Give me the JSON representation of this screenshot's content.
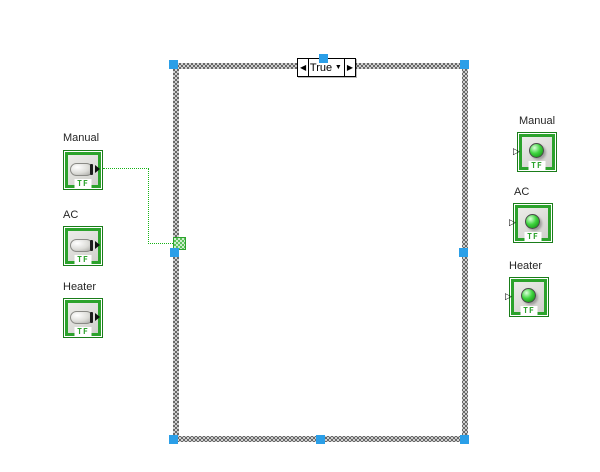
{
  "case_structure": {
    "selector_value": "True",
    "prev_icon": "◀",
    "next_icon": "▶",
    "dropdown_icon": "▼"
  },
  "terminals": {
    "type_label": "TF",
    "in_arrow_icon": "▷"
  },
  "controls": [
    {
      "label": "Manual"
    },
    {
      "label": "AC"
    },
    {
      "label": "Heater"
    }
  ],
  "indicators": [
    {
      "label": "Manual"
    },
    {
      "label": "AC"
    },
    {
      "label": "Heater"
    }
  ],
  "colors": {
    "boolean_green": "#2ca32c",
    "wire_green": "#17b317",
    "selection_handle_blue": "#2b9fe8",
    "structure_border_dark": "#686868",
    "structure_border_light": "#cfcfcf",
    "led_on_green": "#3fd43f",
    "background": "#ffffff"
  }
}
